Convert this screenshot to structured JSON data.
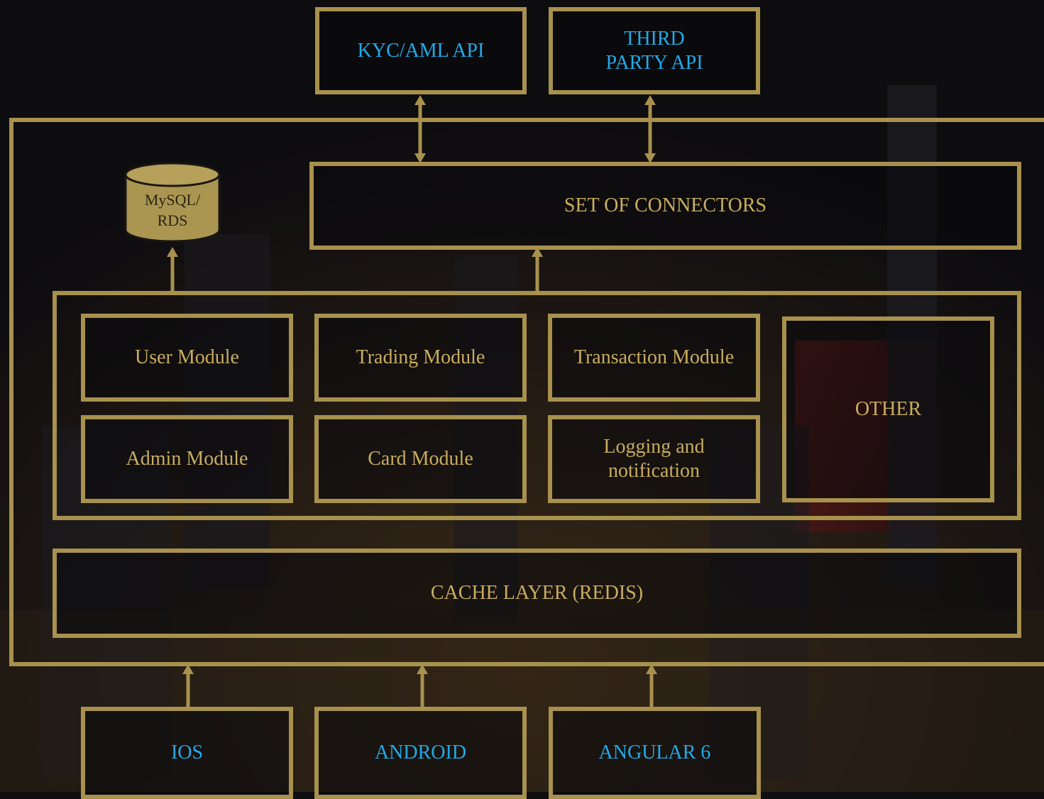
{
  "colors": {
    "frame": "#a8914d",
    "gold_text": "#c9ad5e",
    "blue_text": "#22a9e6",
    "background": "#0f0e10"
  },
  "external_apis": {
    "kyc_aml": "KYC/AML API",
    "third_party": "THIRD\nPARTY API"
  },
  "database": {
    "label": "MySQL/\nRDS"
  },
  "connectors": {
    "label": "SET OF CONNECTORS"
  },
  "modules": {
    "user": "User Module",
    "trading": "Trading Module",
    "transaction": "Transaction Module",
    "other": "OTHER",
    "admin": "Admin Module",
    "card": "Card Module",
    "logging": "Logging and\nnotification"
  },
  "cache": {
    "label": "CACHE LAYER (REDIS)"
  },
  "clients": {
    "ios": "IOS",
    "android": "ANDROID",
    "angular": "ANGULAR 6"
  }
}
